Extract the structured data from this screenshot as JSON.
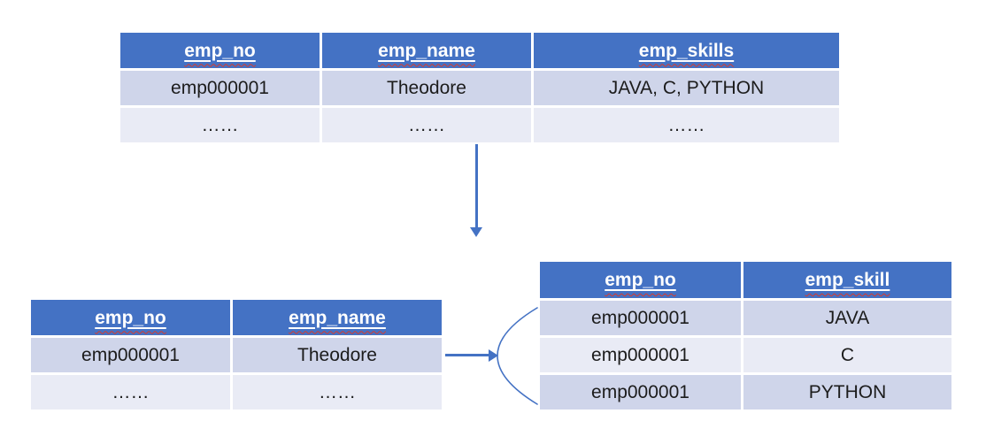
{
  "colors": {
    "header_bg": "#4472C4",
    "row_dark": "#CFD5EA",
    "row_light": "#E9EBF5",
    "header_text": "#FFFFFF",
    "body_text": "#1C1C1C",
    "arrow": "#4472C4",
    "spellcheck_red": "#D83B2D"
  },
  "tables": {
    "original": {
      "headers": [
        "emp_no",
        "emp_name",
        "emp_skills"
      ],
      "rows": [
        [
          "emp000001",
          "Theodore",
          "JAVA, C, PYTHON"
        ],
        [
          "……",
          "……",
          "……"
        ]
      ]
    },
    "employee": {
      "headers": [
        "emp_no",
        "emp_name"
      ],
      "rows": [
        [
          "emp000001",
          "Theodore"
        ],
        [
          "……",
          "……"
        ]
      ]
    },
    "skills": {
      "headers": [
        "emp_no",
        "emp_skill"
      ],
      "rows": [
        [
          "emp000001",
          "JAVA"
        ],
        [
          "emp000001",
          "C"
        ],
        [
          "emp000001",
          "PYTHON"
        ]
      ]
    }
  }
}
